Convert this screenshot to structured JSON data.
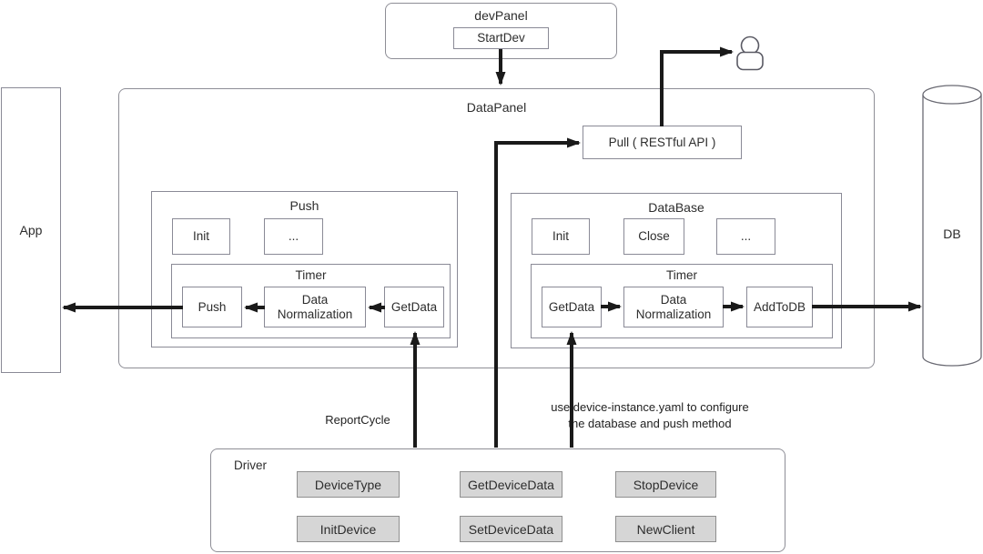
{
  "colors": {
    "arrow": "#1a1a1a",
    "box_border": "#8a8a96",
    "driver_button_fill": "#d6d6d6",
    "background": "#ffffff"
  },
  "icons": {
    "user": "person-silhouette"
  },
  "app": {
    "label": "App"
  },
  "db": {
    "label": "DB"
  },
  "dev_panel": {
    "title": "devPanel",
    "start_button": "StartDev"
  },
  "data_panel": {
    "title": "DataPanel",
    "pull_label": "Pull ( RESTful API )",
    "push_module": {
      "title": "Push",
      "init_button": "Init",
      "more_button": "...",
      "timer": {
        "title": "Timer",
        "steps": [
          "Push",
          "Data Normalization",
          "GetData"
        ]
      }
    },
    "database_module": {
      "title": "DataBase",
      "init_button": "Init",
      "close_button": "Close",
      "more_button": "...",
      "timer": {
        "title": "Timer",
        "steps": [
          "GetData",
          "Data Normalization",
          "AddToDB"
        ]
      }
    }
  },
  "driver": {
    "title": "Driver",
    "buttons": [
      "DeviceType",
      "GetDeviceData",
      "StopDevice",
      "InitDevice",
      "SetDeviceData",
      "NewClient"
    ]
  },
  "annotations": {
    "report_cycle": "ReportCycle",
    "config_note_line1": "use device-instance.yaml to configure",
    "config_note_line2": "the database and push method"
  }
}
